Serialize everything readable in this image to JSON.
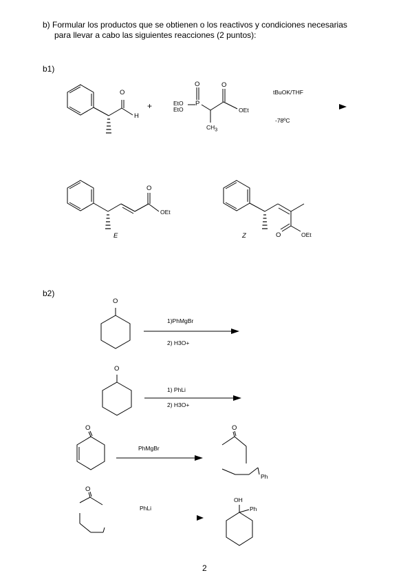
{
  "header": {
    "line1": "b)  Formular los productos que se obtienen o los reactivos y condiciones necesarias",
    "line2": "para llevar a cabo las siguientes reacciones (2 puntos):"
  },
  "b1": {
    "label": "b1)",
    "aldehyde": {
      "o": "O",
      "h": "H"
    },
    "plus": "+",
    "phosphonate": {
      "o1": "O",
      "o2": "O",
      "eto1": "EtO",
      "eto2": "EtO",
      "p": "P",
      "oet": "OEt",
      "ch3": "CH",
      "ch3_sub": "3"
    },
    "conditions": {
      "reagent": "tBuOK/THF",
      "temp": "-78ºC"
    },
    "product_e": {
      "o": "O",
      "oet": "OEt",
      "label": "E"
    },
    "product_z": {
      "o": "O",
      "oet": "OEt",
      "label": "Z"
    }
  },
  "b2": {
    "label": "b2)",
    "r1": {
      "o": "O",
      "step1": "1)PhMgBr",
      "step2": "2) H3O+"
    },
    "r2": {
      "o": "O",
      "step1": "1) PhLi",
      "step2": "2) H3O+"
    },
    "r3": {
      "o": "O",
      "reagent": "PhMgBr",
      "product_o": "O",
      "product_ph": "Ph"
    },
    "r4": {
      "o": "O",
      "reagent": "PhLi",
      "product_oh": "OH",
      "product_ph": "Ph"
    }
  },
  "page_number": "2"
}
